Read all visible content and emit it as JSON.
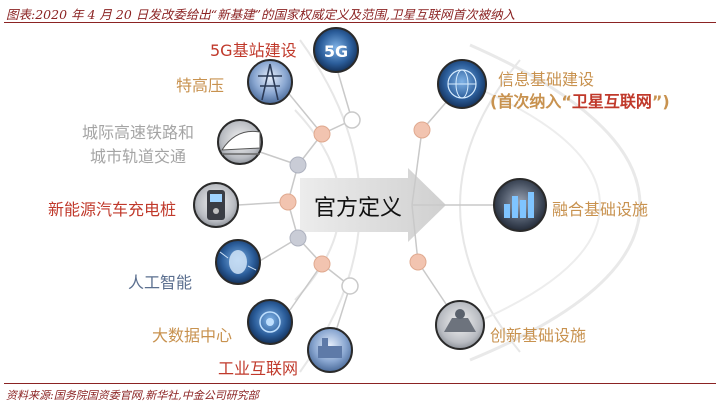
{
  "title": "图表:2020 年 4 月 20 日发改委给出“新基建”的国家权威定义及范围,卫星互联网首次被纳入",
  "footer": "资料来源:国务院国资委官网,新华社,中金公司研究部",
  "center": "官方定义",
  "left_items": [
    {
      "label": "5G基站建设",
      "icon": "5g-icon"
    },
    {
      "label": "特高压",
      "icon": "power-tower-icon"
    },
    {
      "label_line1": "城际高速铁路和",
      "label_line2": "城市轨道交通",
      "icon": "train-icon"
    },
    {
      "label": "新能源汽车充电桩",
      "icon": "charger-icon"
    },
    {
      "label": "人工智能",
      "icon": "ai-face-icon"
    },
    {
      "label": "大数据中心",
      "icon": "data-center-icon"
    },
    {
      "label": "工业互联网",
      "icon": "industrial-icon"
    }
  ],
  "icon_text_5g": "5G",
  "right_items": [
    {
      "label": "信息基础建设",
      "sub_prefix": "(首次纳入“",
      "sub_emph": "卫星互联网",
      "sub_suffix": "”)",
      "icon": "globe-network-icon"
    },
    {
      "label": "融合基础设施",
      "icon": "city-network-icon"
    },
    {
      "label": "创新基础设施",
      "icon": "research-facility-icon"
    }
  ],
  "colors": {
    "accent_red": "#c0392b",
    "tan": "#c8924f",
    "gray": "#a4a4a4",
    "title_red": "#8b2323",
    "node_peach": "#f2c4b0",
    "node_blue": "#c9ccd6"
  }
}
